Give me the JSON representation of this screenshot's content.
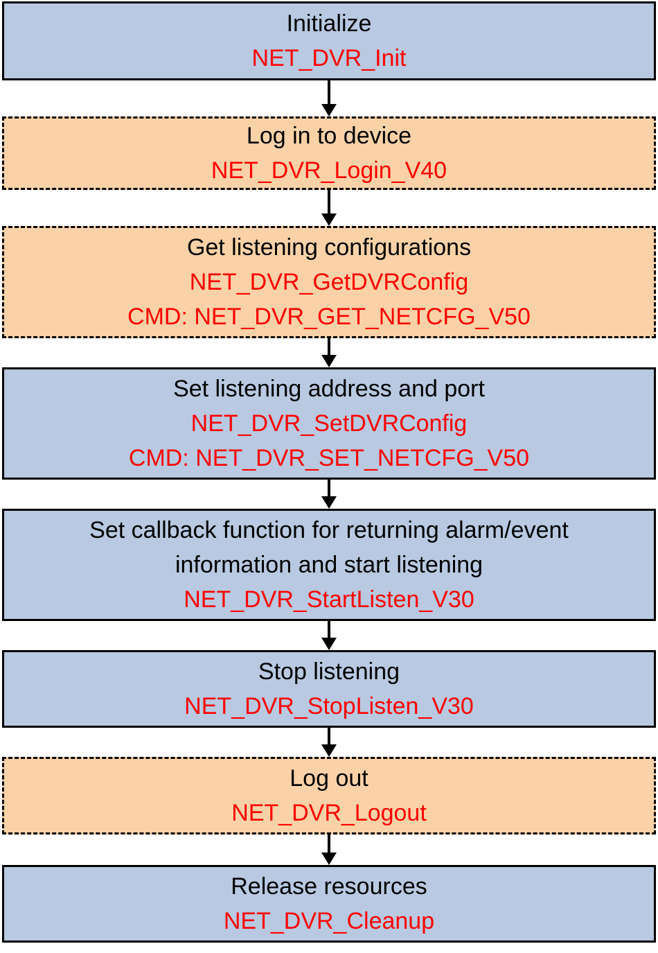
{
  "colors": {
    "required_fill": "#b8c9e1",
    "optional_fill": "#fbd2a7",
    "title_text": "#000000",
    "api_text": "#ff0000"
  },
  "steps": [
    {
      "title": "Initialize",
      "api": "NET_DVR_Init",
      "api2": "",
      "style": "required"
    },
    {
      "title": "Log in to device",
      "api": "NET_DVR_Login_V40",
      "api2": "",
      "style": "optional"
    },
    {
      "title": "Get listening configurations",
      "api": "NET_DVR_GetDVRConfig",
      "api2": "CMD: NET_DVR_GET_NETCFG_V50",
      "style": "optional"
    },
    {
      "title": "Set listening address and port",
      "api": "NET_DVR_SetDVRConfig",
      "api2": "CMD: NET_DVR_SET_NETCFG_V50",
      "style": "required"
    },
    {
      "title": "Set callback function for returning alarm/event information and start listening",
      "api": "NET_DVR_StartListen_V30",
      "api2": "",
      "style": "required"
    },
    {
      "title": "Stop listening",
      "api": "NET_DVR_StopListen_V30",
      "api2": "",
      "style": "required"
    },
    {
      "title": "Log out",
      "api": "NET_DVR_Logout",
      "api2": "",
      "style": "optional"
    },
    {
      "title": "Release resources",
      "api": "NET_DVR_Cleanup",
      "api2": "",
      "style": "required"
    }
  ]
}
